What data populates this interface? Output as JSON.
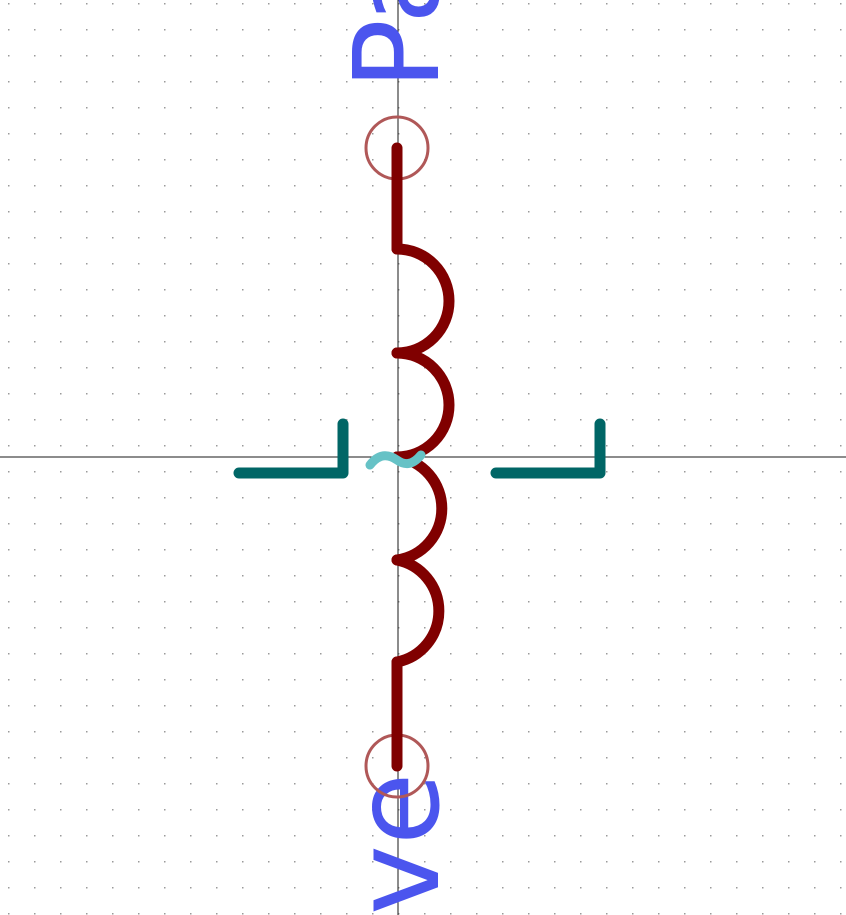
{
  "schematic": {
    "symbol": "inductor",
    "orientation": "vertical",
    "pin_labels": {
      "top": "Pa",
      "bottom": "ve"
    },
    "colors": {
      "background": "#ffffff",
      "grid_dot": "#9a9a9a",
      "crosshair": "#1a1a1a",
      "body": "#800000",
      "pin_circle": "#b05858",
      "pin_text": "#4b55ee",
      "corner_marker": "#006666",
      "anchor_marker": "#66c2c6"
    },
    "grid": true
  }
}
